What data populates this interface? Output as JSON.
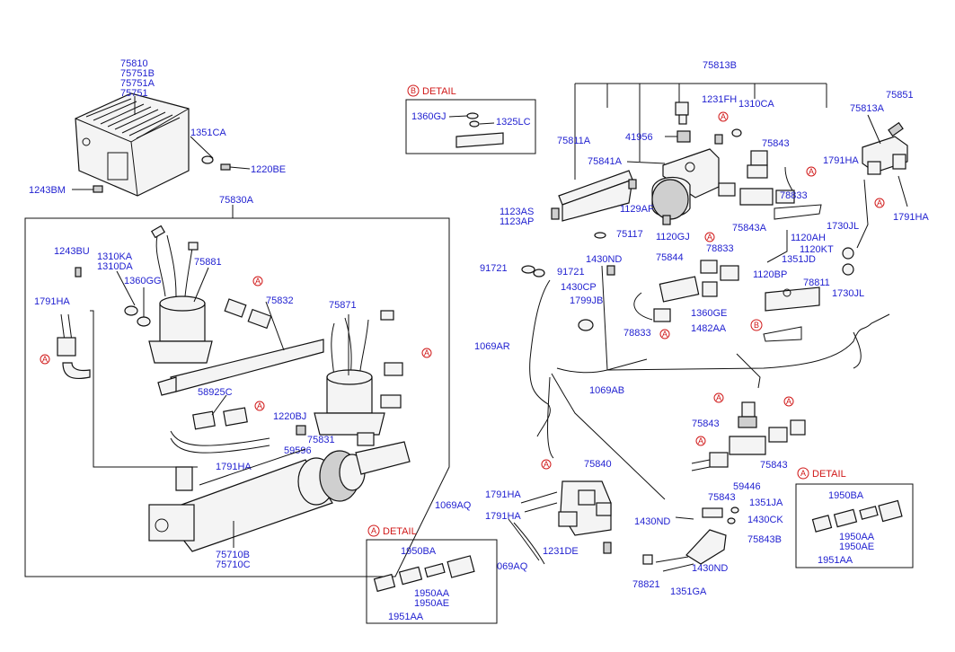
{
  "labels": {
    "l75810": "75810",
    "l75751B": "75751B",
    "l75751A": "75751A",
    "l75751": "75751",
    "l1351CA": "1351CA",
    "l1220BE": "1220BE",
    "l1243BM": "1243BM",
    "l75830A": "75830A",
    "l1243BU": "1243BU",
    "l1310KA": "1310KA",
    "l1310DA": "1310DA",
    "l75881": "75881",
    "l1360GG": "1360GG",
    "l1791HA_a": "1791HA",
    "l75832": "75832",
    "l75871": "75871",
    "l58925C": "58925C",
    "l1220BJ": "1220BJ",
    "l75831": "75831",
    "l59596": "59596",
    "l1791HA_b": "1791HA",
    "l75710B": "75710B",
    "l75710C": "75710C",
    "l75813B": "75813B",
    "l1231FH": "1231FH",
    "l1310CA": "1310CA",
    "l75851": "75851",
    "l75813A": "75813A",
    "l75811A": "75811A",
    "l41956": "41956",
    "l75841A": "75841A",
    "l75843_a": "75843",
    "l1791HA_c": "1791HA",
    "l1791HA_d": "1791HA",
    "l78833_a": "78833",
    "l1123AS": "1123AS",
    "l1123AP": "1123AP",
    "l1129AF": "1129AF",
    "l75843A": "75843A",
    "l1730JL_a": "1730JL",
    "l75117": "75117",
    "l1120GJ": "1120GJ",
    "l1120AH": "1120AH",
    "l1120KT": "1120KT",
    "l78833_b": "78833",
    "l1430ND_a": "1430ND",
    "l75844": "75844",
    "l1351JD": "1351JD",
    "l91721_a": "91721",
    "l91721_b": "91721",
    "l1120BP": "1120BP",
    "l78811": "78811",
    "l1730JL_b": "1730JL",
    "l1430CP": "1430CP",
    "l1799JB": "1799JB",
    "l1360GE": "1360GE",
    "l78833_c": "78833",
    "l1482AA": "1482AA",
    "l1069AR": "1069AR",
    "l1069AB": "1069AB",
    "l75843_b": "75843",
    "l75843_c": "75843",
    "l75843_d": "75843",
    "l75840": "75840",
    "l59446": "59446",
    "l1351JA": "1351JA",
    "l1430CK": "1430CK",
    "l1430ND_b": "1430ND",
    "l75843B": "75843B",
    "l1069AQ": "1069AQ",
    "l1791HA_e": "1791HA",
    "l1791HA_f": "1791HA",
    "l1231DE": "1231DE",
    "l069AQ": "069AQ",
    "l78821": "78821",
    "l1351GA": "1351GA",
    "l1430ND_c": "1430ND"
  },
  "detail_b": {
    "marker": "B",
    "title": "DETAIL",
    "p1360GJ": "1360GJ",
    "p1325LC": "1325LC"
  },
  "detail_a_left": {
    "marker": "A",
    "title": "DETAIL",
    "p1950BA": "1950BA",
    "p1950AA": "1950AA",
    "p1950AE": "1950AE",
    "p1951AA": "1951AA"
  },
  "detail_a_right": {
    "marker": "A",
    "title": "DETAIL",
    "p1950BA": "1950BA",
    "p1950AA": "1950AA",
    "p1950AE": "1950AE",
    "p1951AA": "1951AA"
  },
  "ref_marks": {
    "a": "A",
    "b": "B"
  },
  "colors": {
    "part_number": "#1f1fd0",
    "reference": "#d01818",
    "line": "#111111"
  }
}
